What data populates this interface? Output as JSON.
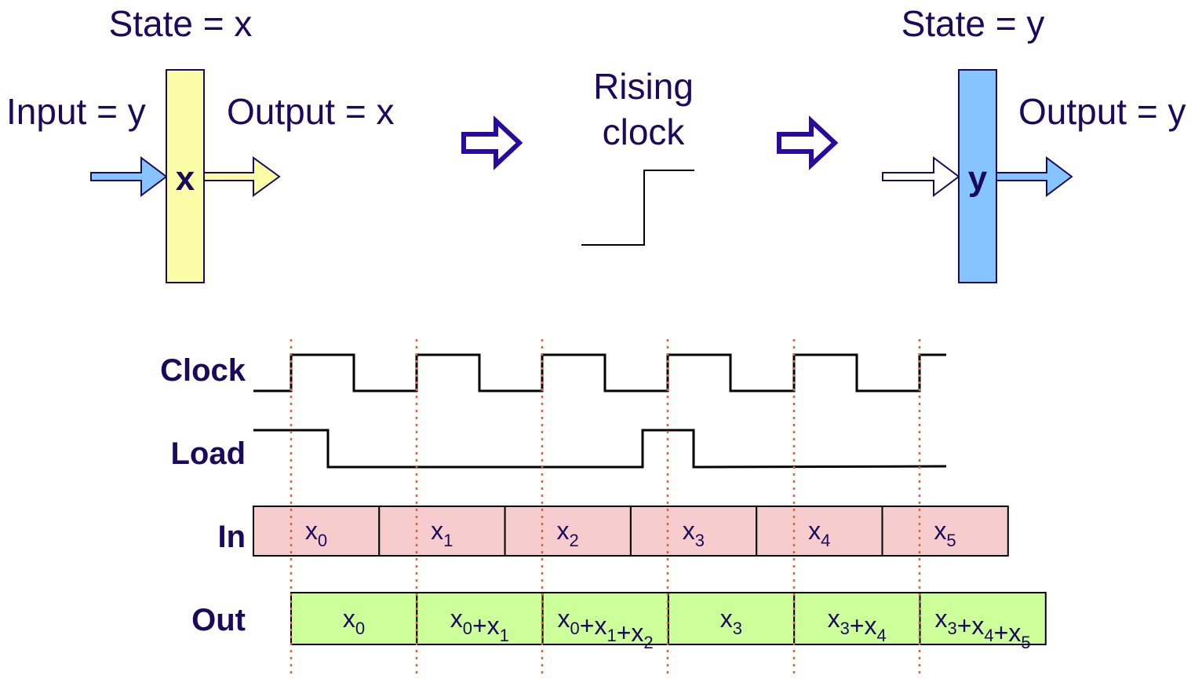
{
  "colors": {
    "text": "#1a0a5e",
    "register_before": "#fbfca6",
    "register_after": "#86c4ff",
    "arrow_input": "#86c4ff",
    "arrow_output_before": "#fbfca6",
    "in_cells": "#f6cccc",
    "out_cells": "#ccfe99",
    "clock_marker": "#e0622e",
    "big_arrow": "#2a0a9e"
  },
  "before": {
    "state_label": "State = x",
    "input_label": "Input = y",
    "output_label": "Output = x",
    "register_value": "x"
  },
  "transition": {
    "line1": "Rising",
    "line2": "clock"
  },
  "after": {
    "state_label": "State = y",
    "output_label": "Output = y",
    "register_value": "y"
  },
  "timing": {
    "clock_label": "Clock",
    "load_label": "Load",
    "in_label": "In",
    "out_label": "Out",
    "in_cells": [
      {
        "base": "x",
        "sub": "0"
      },
      {
        "base": "x",
        "sub": "1"
      },
      {
        "base": "x",
        "sub": "2"
      },
      {
        "base": "x",
        "sub": "3"
      },
      {
        "base": "x",
        "sub": "4"
      },
      {
        "base": "x",
        "sub": "5"
      }
    ],
    "out_cells": [
      [
        {
          "base": "x",
          "sub": "0"
        }
      ],
      [
        {
          "base": "x",
          "sub": "0"
        },
        {
          "base": "+x",
          "sub": "1"
        }
      ],
      [
        {
          "base": "x",
          "sub": "0"
        },
        {
          "base": "+x",
          "sub": "1"
        },
        {
          "base": "+x",
          "sub": "2"
        }
      ],
      [
        {
          "base": "x",
          "sub": "3"
        }
      ],
      [
        {
          "base": "x",
          "sub": "3"
        },
        {
          "base": "+x",
          "sub": "4"
        }
      ],
      [
        {
          "base": "x",
          "sub": "3"
        },
        {
          "base": "+x",
          "sub": "4"
        },
        {
          "base": "+x",
          "sub": "5"
        }
      ]
    ]
  }
}
